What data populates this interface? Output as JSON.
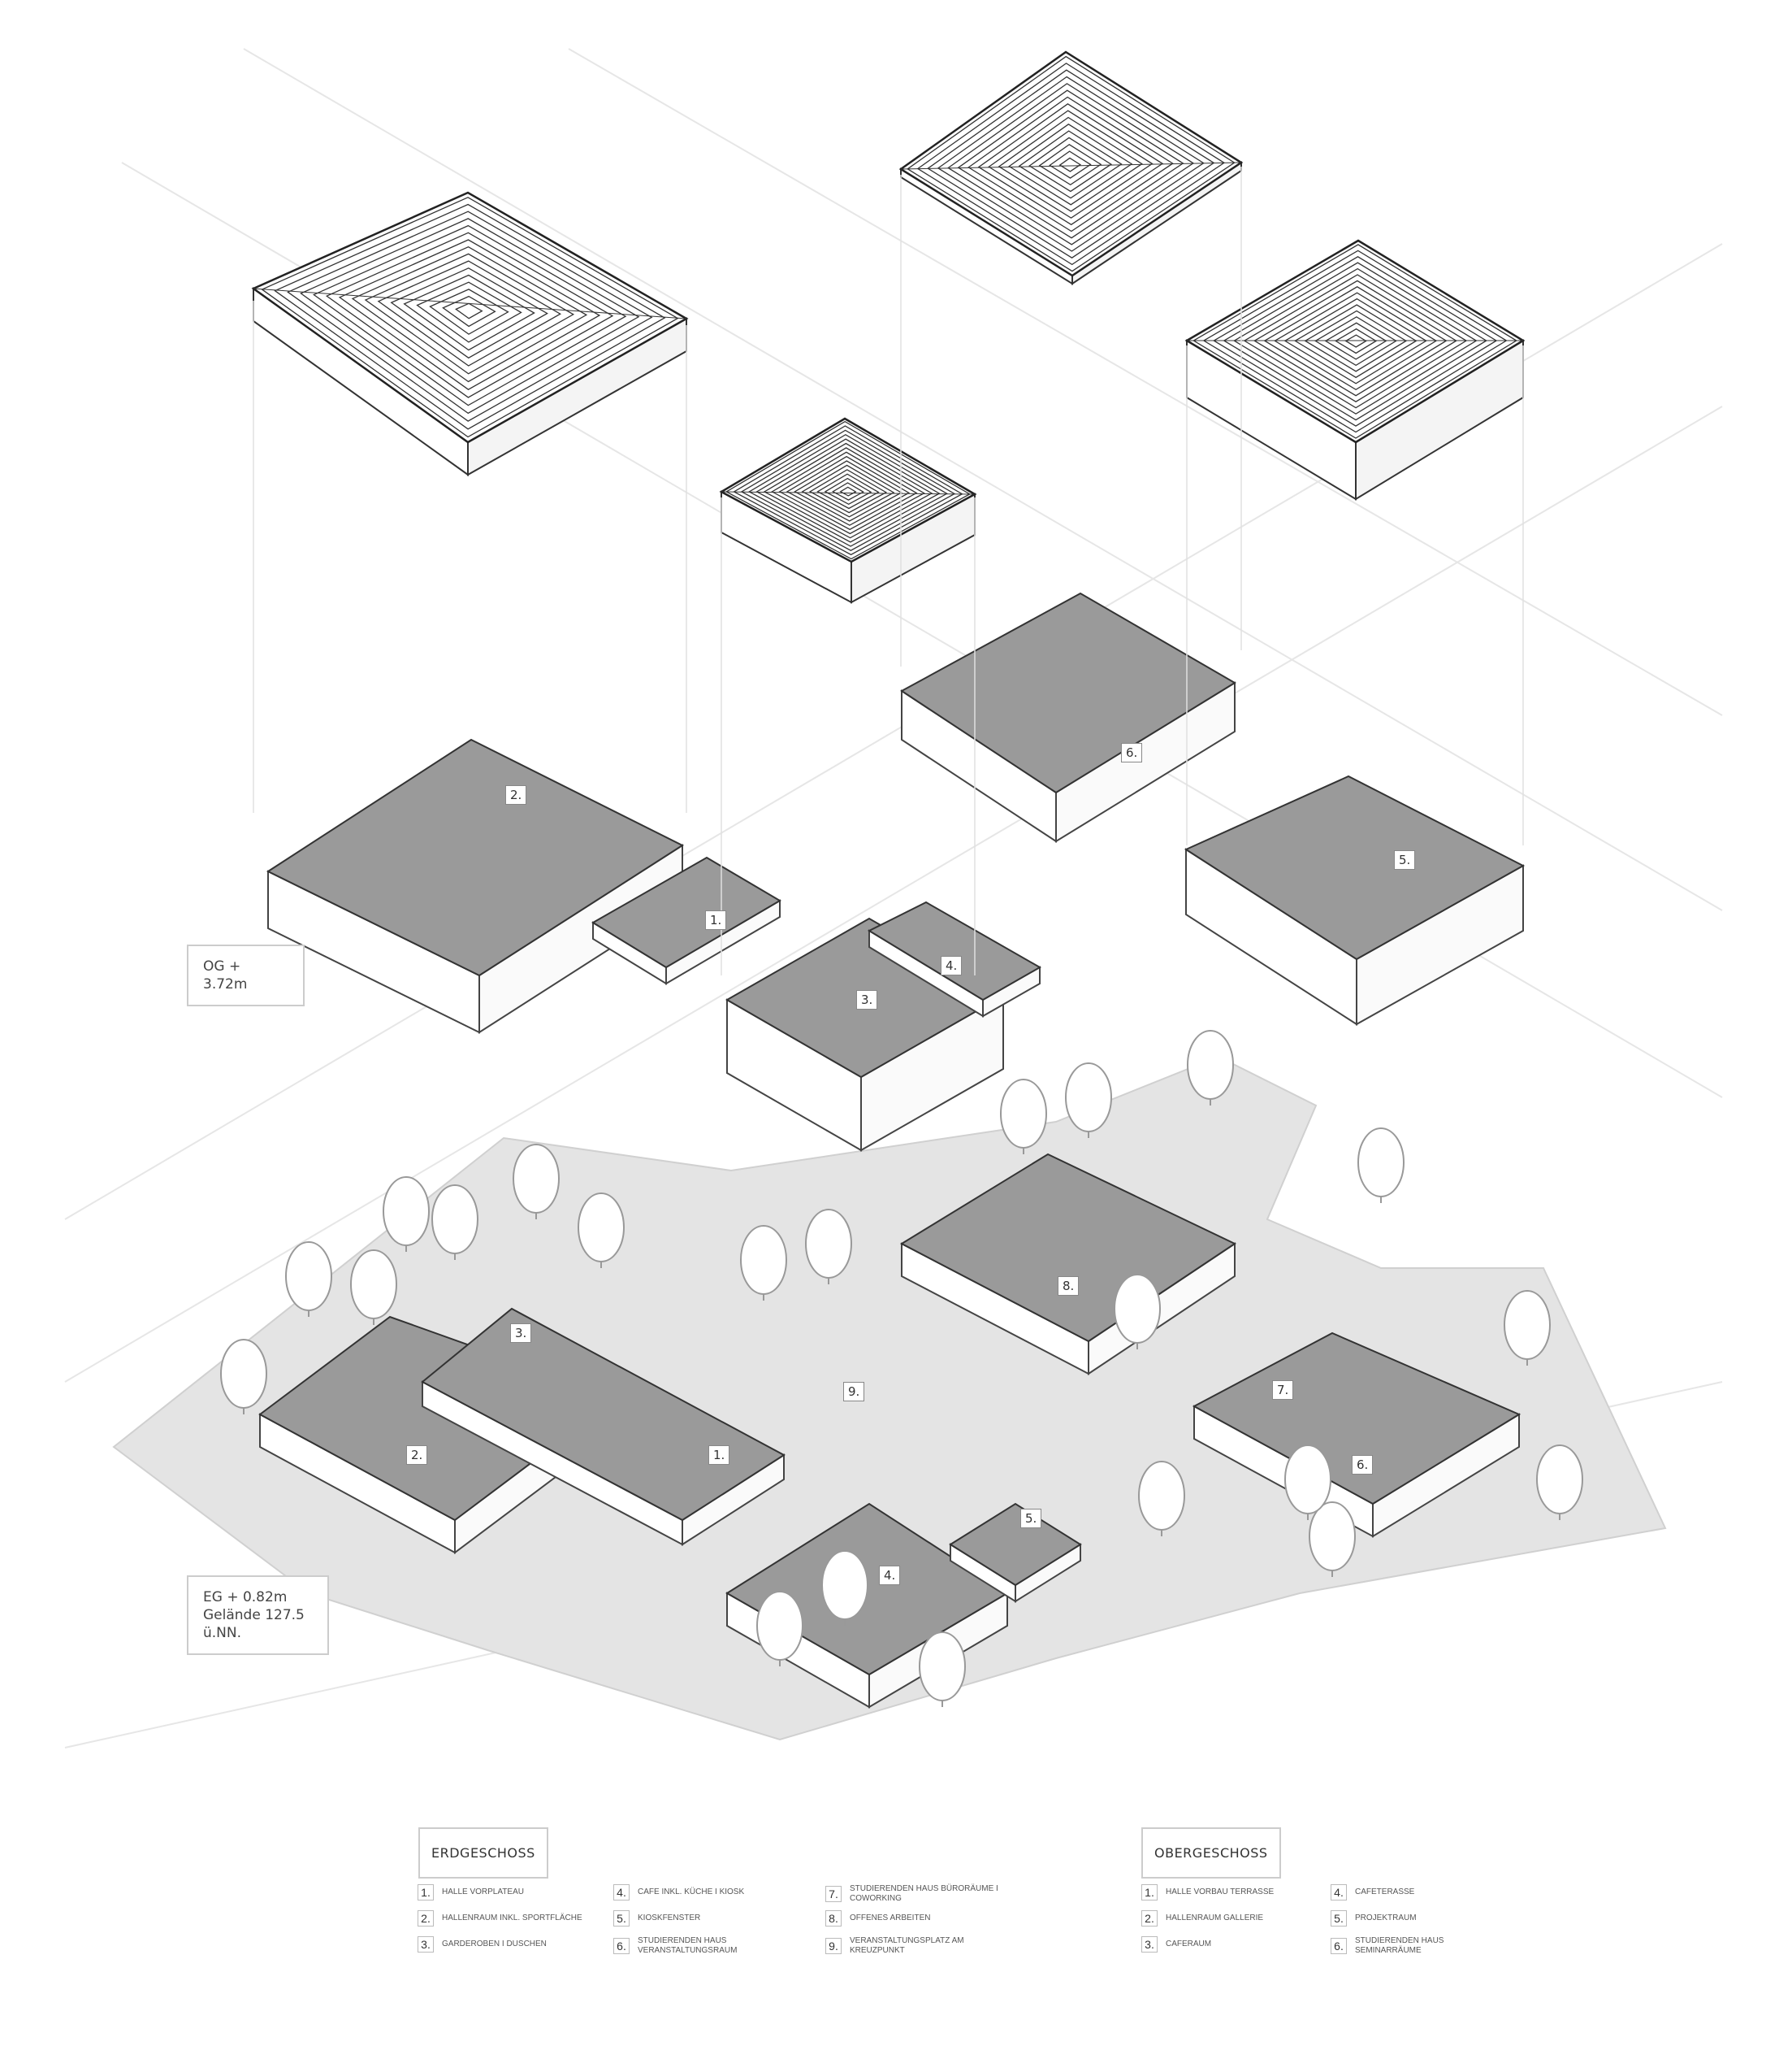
{
  "levels": {
    "og": "OG  + 3.72m",
    "eg_line1": "EG  + 0.82m",
    "eg_line2": "Gelände 127.5 ü.NN."
  },
  "plan_labels": {
    "og": [
      "1.",
      "2.",
      "3.",
      "4.",
      "5.",
      "6."
    ],
    "eg": [
      "1.",
      "2.",
      "3.",
      "4.",
      "5.",
      "6.",
      "7.",
      "8.",
      "9."
    ]
  },
  "legend": {
    "erdgeschoss": {
      "title": "ERDGESCHOSS",
      "items": [
        {
          "num": "1.",
          "label": "HALLE VORPLATEAU"
        },
        {
          "num": "2.",
          "label": "HALLENRAUM INKL. SPORTFLÄCHE"
        },
        {
          "num": "3.",
          "label": "GARDEROBEN  I  DUSCHEN"
        },
        {
          "num": "4.",
          "label": "CAFE INKL. KÜCHE  I  KIOSK"
        },
        {
          "num": "5.",
          "label": "KIOSKFENSTER"
        },
        {
          "num": "6.",
          "label": "STUDIERENDEN HAUS VERANSTALTUNGSRAUM"
        },
        {
          "num": "7.",
          "label": "STUDIERENDEN HAUS BÜRORÄUME  I  COWORKING"
        },
        {
          "num": "8.",
          "label": "OFFENES ARBEITEN"
        },
        {
          "num": "9.",
          "label": "VERANSTALTUNGSPLATZ AM KREUZPUNKT"
        }
      ]
    },
    "obergeschoss": {
      "title": "OBERGESCHOSS",
      "items": [
        {
          "num": "1.",
          "label": "HALLE VORBAU TERRASSE"
        },
        {
          "num": "2.",
          "label": "HALLENRAUM GALLERIE"
        },
        {
          "num": "3.",
          "label": "CAFERAUM"
        },
        {
          "num": "4.",
          "label": "CAFETERASSE"
        },
        {
          "num": "5.",
          "label": "PROJEKTRAUM"
        },
        {
          "num": "6.",
          "label": "STUDIERENDEN HAUS SEMINARRÄUME"
        }
      ]
    }
  }
}
